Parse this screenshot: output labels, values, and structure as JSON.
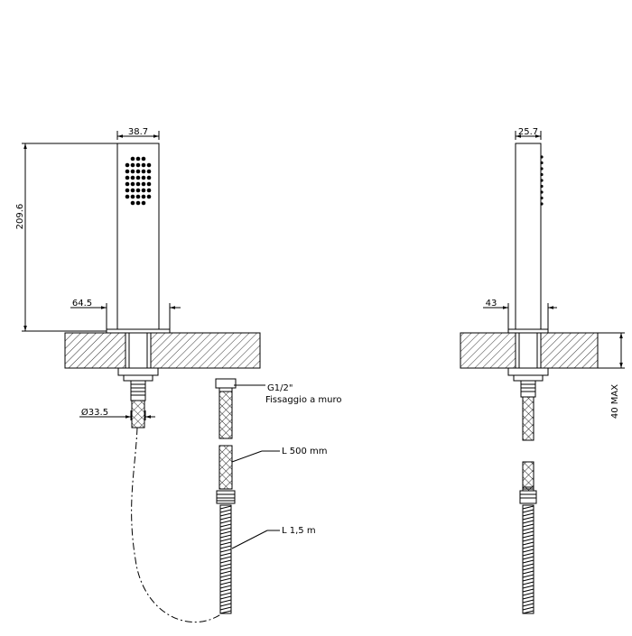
{
  "drawing": {
    "dimensions": {
      "handle_width_front": "38.7",
      "handle_length": "209.6",
      "wall_plate_front": "64.5",
      "thread_diameter": "Ø33.5",
      "handle_width_side": "25.7",
      "wall_plate_side": "43",
      "wall_thickness": "40 MAX"
    },
    "callouts": {
      "thread": "G1/2\"",
      "mounting": "Fissaggio a muro",
      "hose_short": "L  500  mm",
      "hose_long": "L  1,5  m"
    }
  }
}
